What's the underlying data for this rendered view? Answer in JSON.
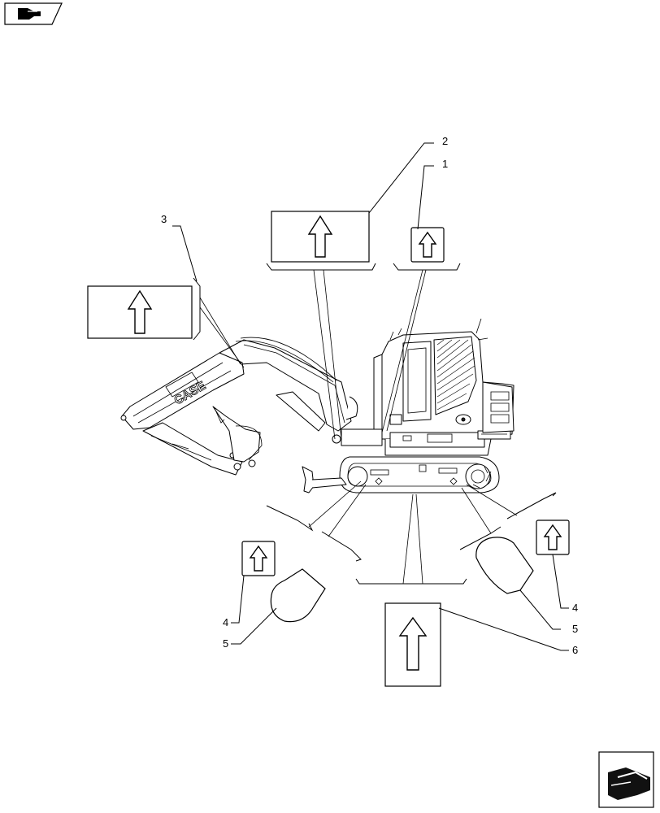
{
  "diagram": {
    "callouts": {
      "c1": "1",
      "c2": "2",
      "c3": "3",
      "c4_left": "4",
      "c5_left": "5",
      "c4_right": "4",
      "c5_right": "5",
      "c6": "6"
    },
    "machine_brand": "CASE"
  }
}
